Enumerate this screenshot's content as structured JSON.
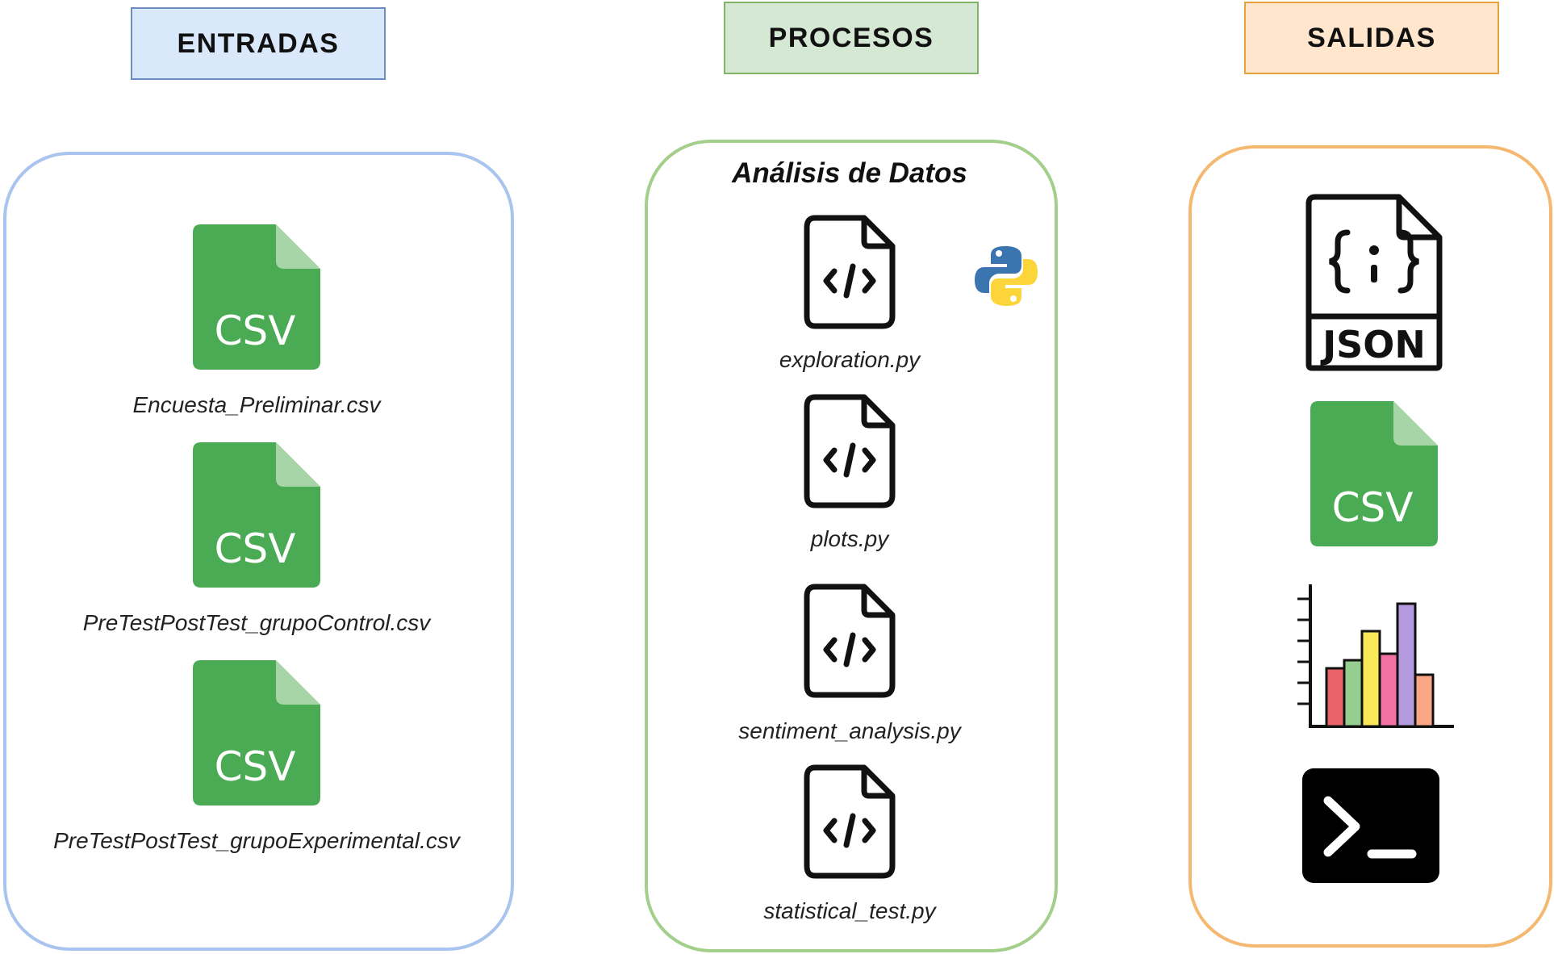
{
  "headers": {
    "inputs": "ENTRADAS",
    "processes": "PROCESOS",
    "outputs": "SALIDAS"
  },
  "colors": {
    "inputs_fill": "#dae8fc",
    "inputs_border": "#6c8ebf",
    "inputs_panel_border": "#a9c4ef",
    "processes_fill": "#d5e8d4",
    "processes_border": "#82b366",
    "processes_panel_border": "#a3cf8a",
    "outputs_fill": "#ffe6cc",
    "outputs_border": "#e9a23b",
    "outputs_panel_border": "#f5b870",
    "csv_green": "#4aab54",
    "csv_fold": "#a8d5a7"
  },
  "inputs": {
    "files": [
      {
        "name": "Encuesta_Preliminar.csv",
        "icon_text": "CSV",
        "icon": "csv-file-icon"
      },
      {
        "name": "PreTestPostTest_grupoControl.csv",
        "icon_text": "CSV",
        "icon": "csv-file-icon"
      },
      {
        "name": "PreTestPostTest_grupoExperimental.csv",
        "icon_text": "CSV",
        "icon": "csv-file-icon"
      }
    ]
  },
  "processes": {
    "title": "Análisis de Datos",
    "language_icon": "python-logo-icon",
    "scripts": [
      {
        "name": "exploration.py",
        "icon": "code-file-icon"
      },
      {
        "name": "plots.py",
        "icon": "code-file-icon"
      },
      {
        "name": "sentiment_analysis.py",
        "icon": "code-file-icon"
      },
      {
        "name": "statistical_test.py",
        "icon": "code-file-icon"
      }
    ]
  },
  "outputs": {
    "items": [
      {
        "icon": "json-file-icon",
        "icon_text": "JSON"
      },
      {
        "icon": "csv-file-icon",
        "icon_text": "CSV"
      },
      {
        "icon": "bar-chart-icon"
      },
      {
        "icon": "terminal-icon"
      }
    ]
  }
}
